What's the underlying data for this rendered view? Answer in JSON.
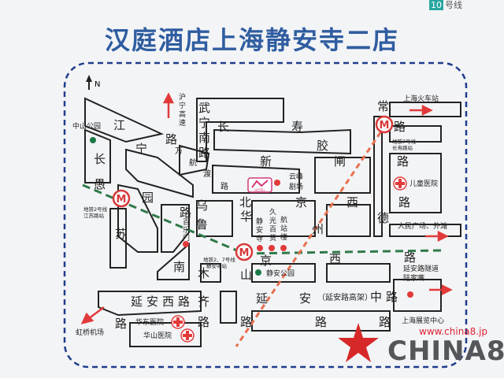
{
  "corner_tag": {
    "num": "10",
    "text": "号线"
  },
  "title": "汉庭酒店上海静安寺二店",
  "north_label": "N",
  "streets": {
    "jiangsu_road": [
      "江",
      "苏",
      "路"
    ],
    "changning_road": [
      "长",
      "宁",
      "路"
    ],
    "yuyuan_road": [
      "愚",
      "园",
      "路"
    ],
    "wuhangdu_road": [
      "万",
      "航",
      "渡",
      "路"
    ],
    "wuning_south_road": [
      "武",
      "宁",
      "南",
      "路"
    ],
    "changshou_road": [
      "长",
      "寿",
      "路"
    ],
    "xinzha_road": [
      "新",
      "闸",
      "路"
    ],
    "jiaozhou_road": [
      "胶",
      "州",
      "路"
    ],
    "beijing_west_road": [
      "北",
      "京",
      "西",
      "路"
    ],
    "changde_road": [
      "常",
      "德",
      "路"
    ],
    "wulumuqi_road": [
      "乌",
      "鲁",
      "木",
      "齐",
      "路"
    ],
    "huashan_road": [
      "华",
      "山",
      "路"
    ],
    "nanjing_west_road": [
      "南",
      "京",
      "西",
      "路"
    ],
    "yanan_west_road": [
      "延",
      "安",
      "西",
      "路"
    ],
    "yanan_middle_road": [
      "延",
      "安",
      "中",
      "路"
    ],
    "yanan_elevated": "（延安路高架）"
  },
  "labels": {
    "hunan_expressway": "沪宁高速",
    "zhongshan_park": "中山公园",
    "jingan_park": "静安公园",
    "yunfeng_theater": "云峰剧场",
    "baile_gate": "百乐门",
    "jiuguang": "久光百货",
    "jingan_temple": "静安寺",
    "hangzhan_tower": "航站楼",
    "childrens_hospital": "儿童医院",
    "huadong_hospital": "华东医院",
    "huashan_hospital": "华山医院",
    "exhibition_center": "上海展览中心",
    "hotel": "HOTEL"
  },
  "metro": {
    "changshou": [
      "地铁7号线",
      "长寿路站"
    ],
    "jiangsu": [
      "地铁2号线",
      "江苏路站"
    ],
    "jingansi": [
      "地铁2、7号线",
      "静安寺站"
    ]
  },
  "directions": {
    "railway_station": "上海火车站",
    "peoples_square": "人民广场、外滩",
    "tunnel": "延安路隧道",
    "lujiazui": "陆家嘴",
    "hongqiao": "虹桥机场"
  },
  "watermark": {
    "url": "www.china8.jp",
    "text": "CHINA8"
  },
  "colors": {
    "frame": "#1f3d8c",
    "street": "#222222",
    "arrow": "#e23a3a",
    "metro": "#d63b3b",
    "line2": "#2f7a4a",
    "line7": "#e87050",
    "park": "#1b7a45"
  }
}
